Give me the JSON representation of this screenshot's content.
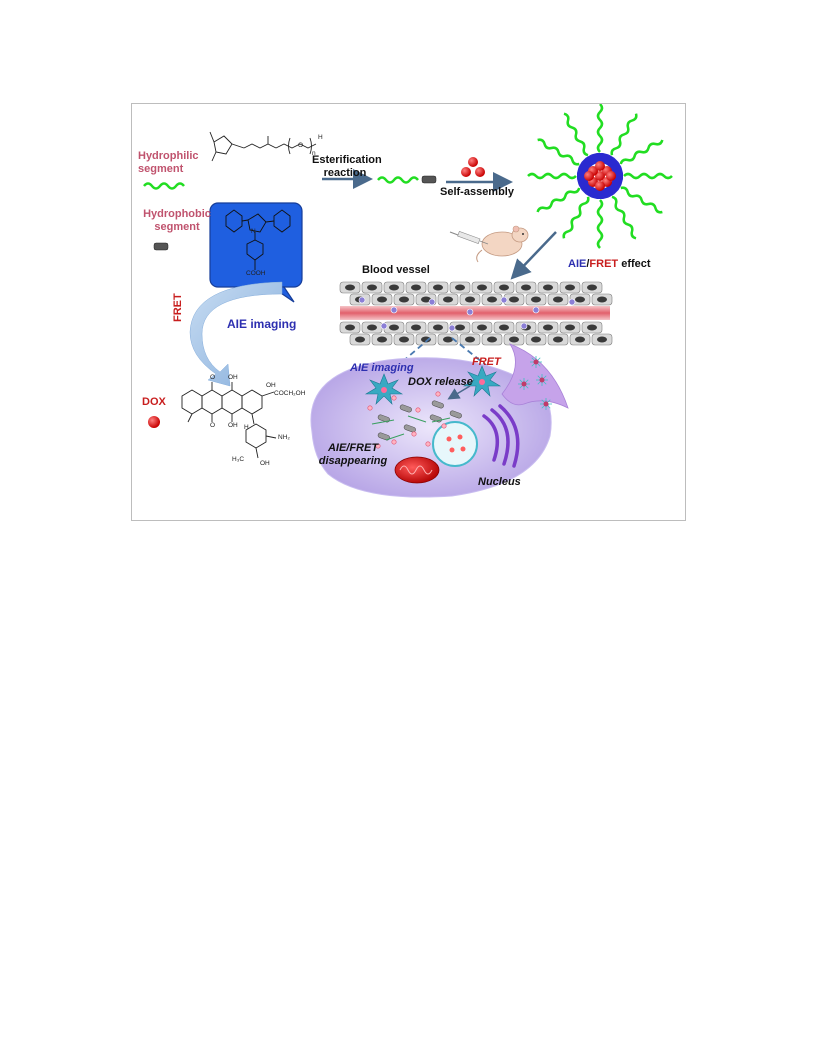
{
  "labels": {
    "hydrophilic_segment": "Hydrophilic segment",
    "hydrophobic_segment": "Hydrophobic segment",
    "esterification_line1": "Esterification",
    "esterification_line2": "reaction",
    "self_assembly": "Self-assembly",
    "aie_fret_effect_aie": "AIE",
    "aie_fret_effect_sep": "/",
    "aie_fret_effect_fret": "FRET",
    "aie_fret_effect_tail": " effect",
    "blood_vessel": "Blood vessel",
    "fret_side": "FRET",
    "aie_imaging_main": "AIE imaging",
    "dox": "DOX",
    "aie_imaging_cell": "AIE imaging",
    "fret_cell": "FRET",
    "dox_release": "DOX release",
    "aie_fret_disappearing_line1": "AIE/FRET",
    "aie_fret_disappearing_line2": "disappearing",
    "nucleus": "Nucleus"
  },
  "chem": {
    "peg_h": "H",
    "peg_o": "O",
    "peg_n": "n",
    "cooh": "COOH",
    "dox_oh1": "OH",
    "dox_oh2": "OH",
    "dox_oh3": "OH",
    "dox_o1": "O",
    "dox_o2": "O",
    "dox_side": "COCH₂OH",
    "dox_nh2": "NH₂",
    "dox_h": "H",
    "dox_h3c": "H₃C",
    "dox_oh4": "OH",
    "pyrrole_n": "N"
  },
  "colors": {
    "hydrophilic_chain": "#22dd22",
    "core_red": "#e01818",
    "micelle_blue": "#2a2ad0",
    "blood_vessel_red": "#e8707a",
    "cell_purple": "#c8b8ee",
    "aie_blue": "#1f5fe0",
    "arrow_blue": "#9ec0e8",
    "label_pink": "#c0536e"
  }
}
